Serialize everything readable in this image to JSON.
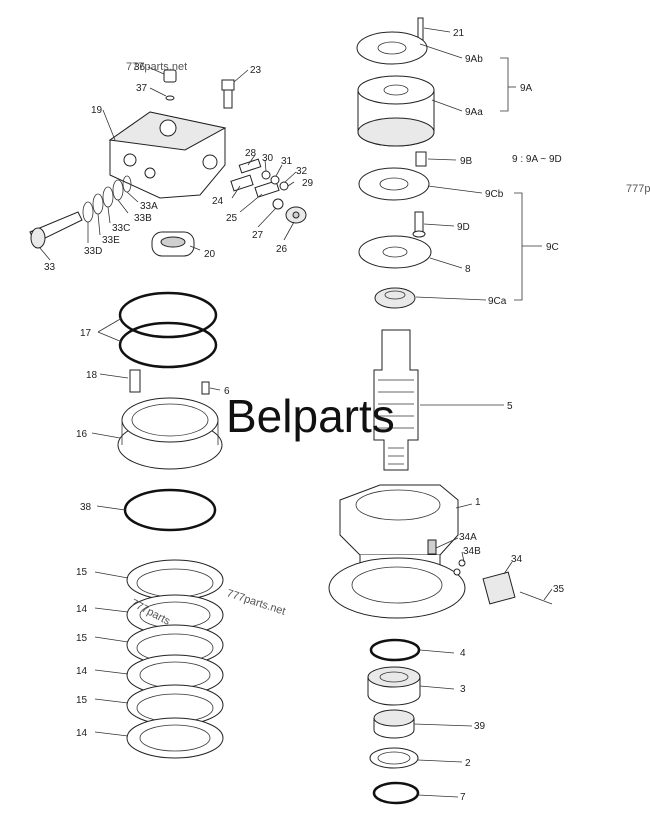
{
  "watermarks": {
    "brand": "Belparts",
    "site_top": "777parts.net",
    "site_mid": "777parts.net",
    "site_edge": "777p",
    "site_rot": "777parts"
  },
  "group_note": "9 : 9A ~ 9D",
  "labels": {
    "l1": "1",
    "l2": "2",
    "l3": "3",
    "l4": "4",
    "l5": "5",
    "l6": "6",
    "l7": "7",
    "l8": "8",
    "l9A": "9A",
    "l9Aa": "9Aa",
    "l9Ab": "9Ab",
    "l9B": "9B",
    "l9C": "9C",
    "l9Ca": "9Ca",
    "l9Cb": "9Cb",
    "l9D": "9D",
    "l14a": "14",
    "l14b": "14",
    "l14c": "14",
    "l15a": "15",
    "l15b": "15",
    "l15c": "15",
    "l16": "16",
    "l17": "17",
    "l18": "18",
    "l19": "19",
    "l20": "20",
    "l21": "21",
    "l23": "23",
    "l24": "24",
    "l25": "25",
    "l26": "26",
    "l27": "27",
    "l28": "28",
    "l29": "29",
    "l30": "30",
    "l31": "31",
    "l32": "32",
    "l33": "33",
    "l33A": "33A",
    "l33B": "33B",
    "l33C": "33C",
    "l33D": "33D",
    "l33E": "33E",
    "l34": "34",
    "l34A": "34A",
    "l34B": "34B",
    "l35": "35",
    "l36": "36",
    "l37": "37",
    "l38": "38",
    "l39": "39"
  }
}
